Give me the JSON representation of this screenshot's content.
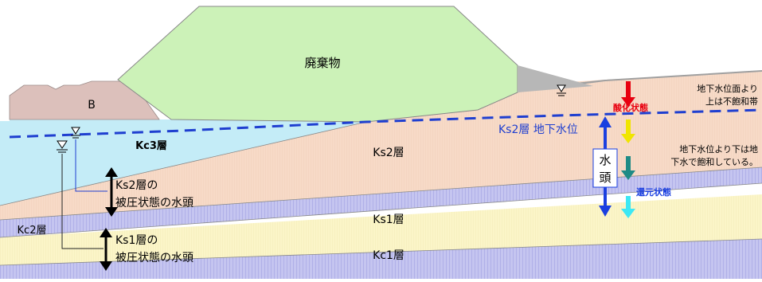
{
  "labels": {
    "waste": "廃棄物",
    "b_block": "B",
    "kc3": "Kc3層",
    "ks2": "Ks2層",
    "ks1": "Ks1層",
    "kc1": "Kc1層",
    "kc2": "Kc2層",
    "ks2_gw": "Ks2層 地下水位",
    "ks2_head_1": "Ks2層の",
    "ks2_head_2": "被圧状態の水頭",
    "ks1_head_1": "Ks1層の",
    "ks1_head_2": "被圧状態の水頭",
    "water_head_1": "水",
    "water_head_2": "頭",
    "oxidized": "酸化状態",
    "reduced": "還元状態",
    "note_upper_1": "地下水位面より",
    "note_upper_2": "上は不飽和帯",
    "note_lower_1": "地下水位より下は地",
    "note_lower_2": "下水で飽和している。"
  },
  "colors": {
    "waste_fill": "#ccf2b8",
    "b_fill": "#dcc0bb",
    "kc3_fill": "#c4ecf7",
    "ks2_fill": "#f8d8c4",
    "ks1_fill": "#fbf5c6",
    "kc_fill": "#b9b9ee",
    "groundwater_line": "#1f3fd0",
    "ks2_gw_text": "#1f3fd0",
    "oxidized": "#e8000f",
    "reduced": "#1a3fe0"
  },
  "icons": [
    "water-table-symbol-icon",
    "arrow-down-icon",
    "double-arrow-icon"
  ]
}
